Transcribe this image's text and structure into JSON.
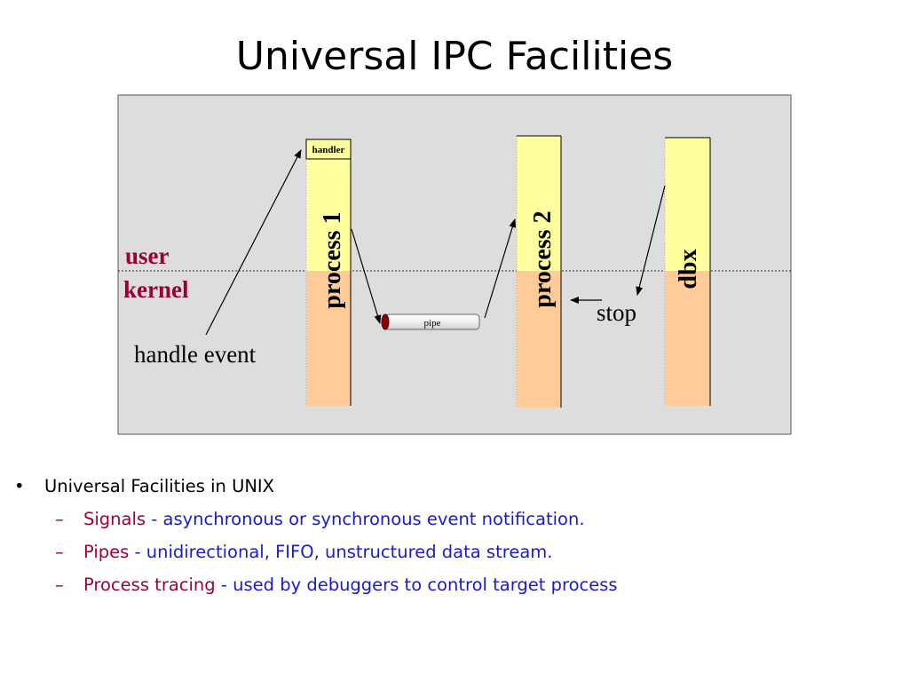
{
  "title": "Universal IPC Facilities",
  "diagram": {
    "label_user": "user",
    "label_kernel": "kernel",
    "process1": "process 1",
    "process2": "process 2",
    "dbx": "dbx",
    "handler": "handler",
    "pipe": "pipe",
    "stop": "stop",
    "handle_event": "handle event",
    "colors": {
      "user_space": "#ffff9f",
      "kernel_space": "#ffcc99",
      "panel": "#dddddd",
      "user_kernel_label": "#990033"
    }
  },
  "bullets": {
    "main": "Universal Facilities in UNIX",
    "sub": [
      {
        "term": "Signals",
        "desc": " - asynchronous or synchronous event notification."
      },
      {
        "term": "Pipes",
        "desc": " - unidirectional, FIFO, unstructured data stream."
      },
      {
        "term": "Process tracing",
        "desc": " - used by debuggers to control target process"
      }
    ]
  }
}
